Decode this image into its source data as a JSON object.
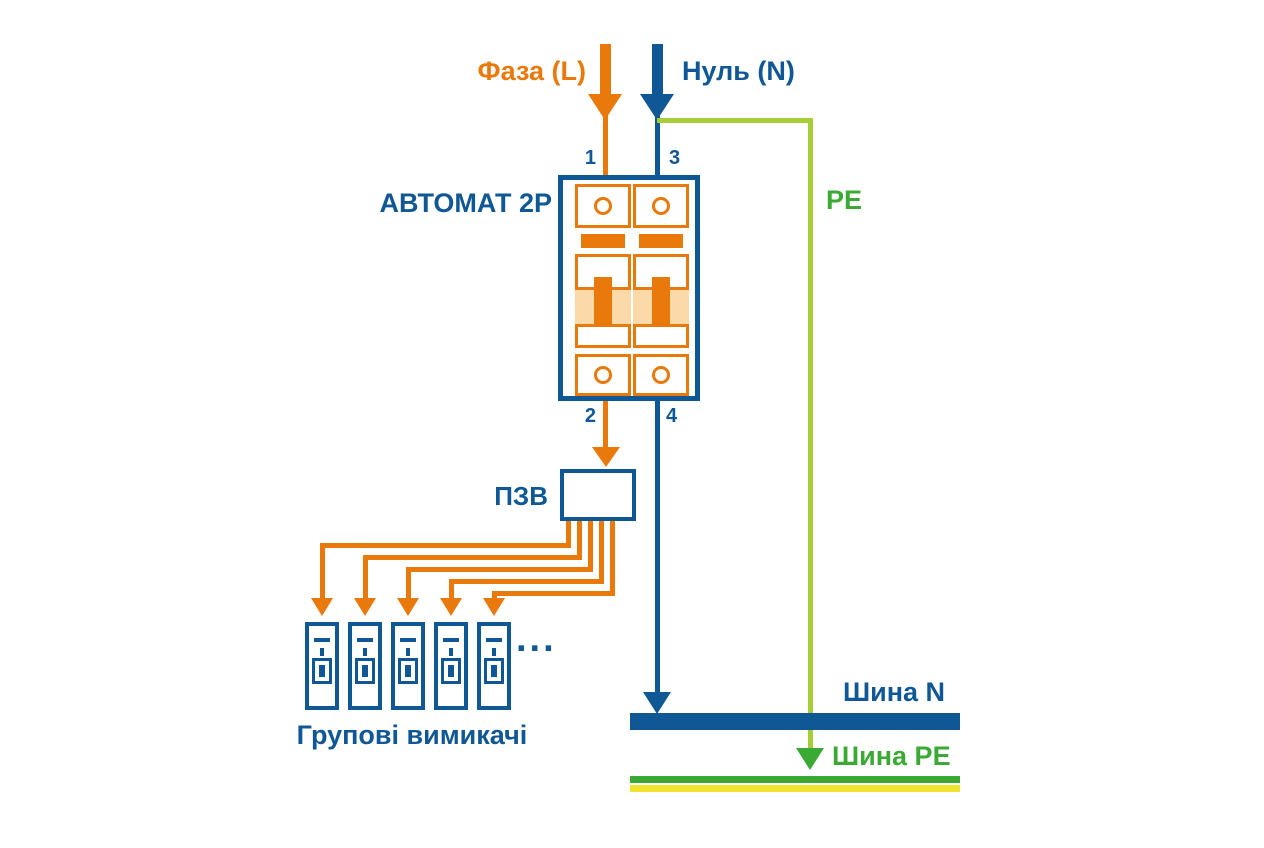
{
  "diagram": {
    "phase_label": "Фаза (L)",
    "neutral_label": "Нуль (N)",
    "pe_label": "PE",
    "breaker_label": "АВТОМАТ 2P",
    "rcd_label": "ПЗВ",
    "group_label": "Групові вимикачі",
    "bus_n_label": "Шина N",
    "bus_pe_label": "Шина PE",
    "ellipsis": "...",
    "terminal_1": "1",
    "terminal_2": "2",
    "terminal_3": "3",
    "terminal_4": "4"
  },
  "colors": {
    "phase_orange": "#E8790A",
    "breaker_fill_light_orange": "#FBD9A8",
    "neutral_blue": "#0F5795",
    "pe_green": "#3BAA35",
    "pe_wire_green_yellow": "#A6CE38",
    "bus_pe_yellow": "#EFE32F",
    "background": "#FFFFFF"
  }
}
